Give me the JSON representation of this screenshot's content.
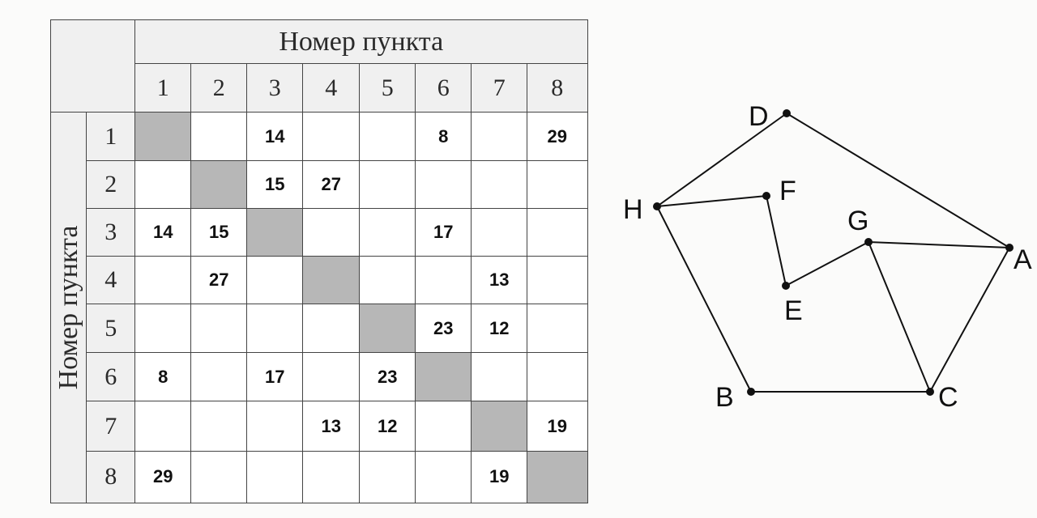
{
  "table": {
    "column_title": "Номер пункта",
    "row_title": "Номер пункта",
    "column_indices": [
      "1",
      "2",
      "3",
      "4",
      "5",
      "6",
      "7",
      "8"
    ],
    "row_indices": [
      "1",
      "2",
      "3",
      "4",
      "5",
      "6",
      "7",
      "8"
    ],
    "cells": [
      [
        "",
        "",
        "14",
        "",
        "",
        "8",
        "",
        "29"
      ],
      [
        "",
        "",
        "15",
        "27",
        "",
        "",
        "",
        ""
      ],
      [
        "14",
        "15",
        "",
        "",
        "",
        "17",
        "",
        ""
      ],
      [
        "",
        "27",
        "",
        "",
        "",
        "",
        "13",
        ""
      ],
      [
        "",
        "",
        "",
        "",
        "",
        "23",
        "12",
        ""
      ],
      [
        "8",
        "",
        "17",
        "",
        "23",
        "",
        "",
        ""
      ],
      [
        "",
        "",
        "",
        "13",
        "12",
        "",
        "",
        "19"
      ],
      [
        "29",
        "",
        "",
        "",
        "",
        "",
        "19",
        ""
      ]
    ],
    "diagonal_color": "#b7b7b7"
  },
  "graph": {
    "nodes": [
      "A",
      "B",
      "C",
      "D",
      "E",
      "F",
      "G",
      "H"
    ],
    "edges": [
      [
        "D",
        "H"
      ],
      [
        "D",
        "A"
      ],
      [
        "H",
        "F"
      ],
      [
        "H",
        "B"
      ],
      [
        "F",
        "E"
      ],
      [
        "E",
        "G"
      ],
      [
        "G",
        "A"
      ],
      [
        "G",
        "C"
      ],
      [
        "A",
        "C"
      ],
      [
        "B",
        "C"
      ]
    ]
  }
}
